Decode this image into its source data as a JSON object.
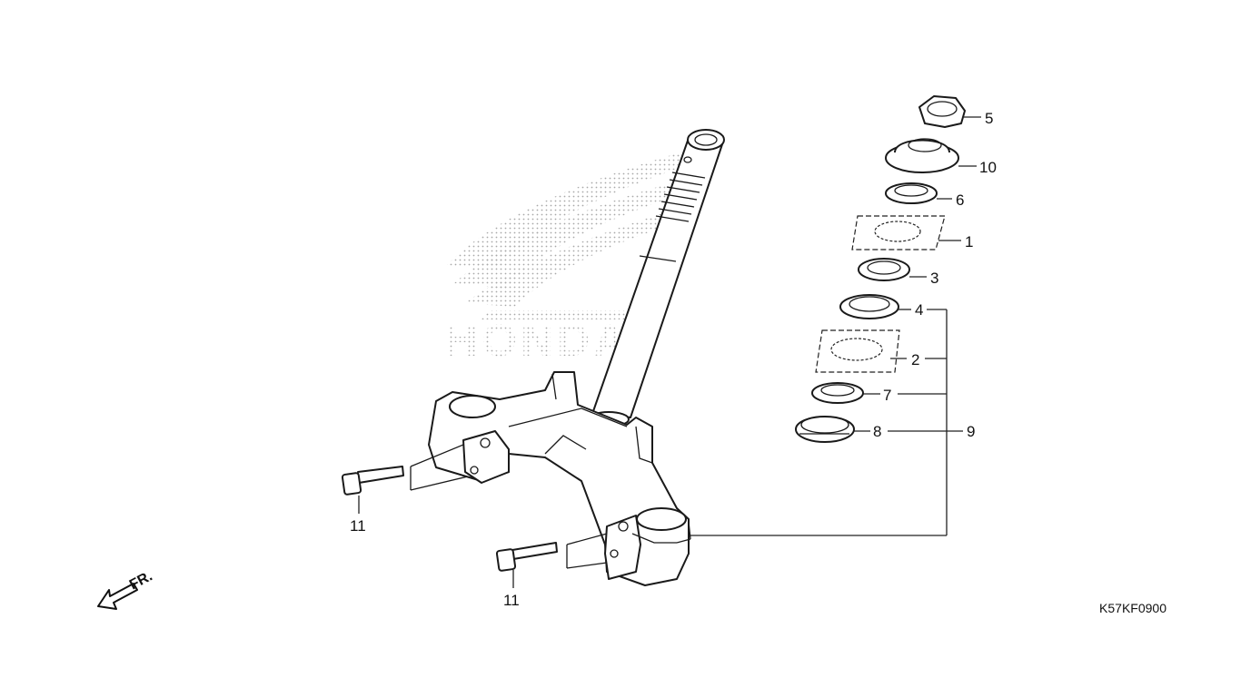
{
  "diagram": {
    "drawing_code": "K57KF0900",
    "watermark_text": "HONDA",
    "front_indicator": "FR.",
    "callouts": {
      "c1": "1",
      "c2": "2",
      "c3": "3",
      "c4": "4",
      "c5": "5",
      "c6": "6",
      "c7": "7",
      "c8": "8",
      "c9": "9",
      "c10": "10",
      "c11a": "11",
      "c11b": "11"
    }
  }
}
